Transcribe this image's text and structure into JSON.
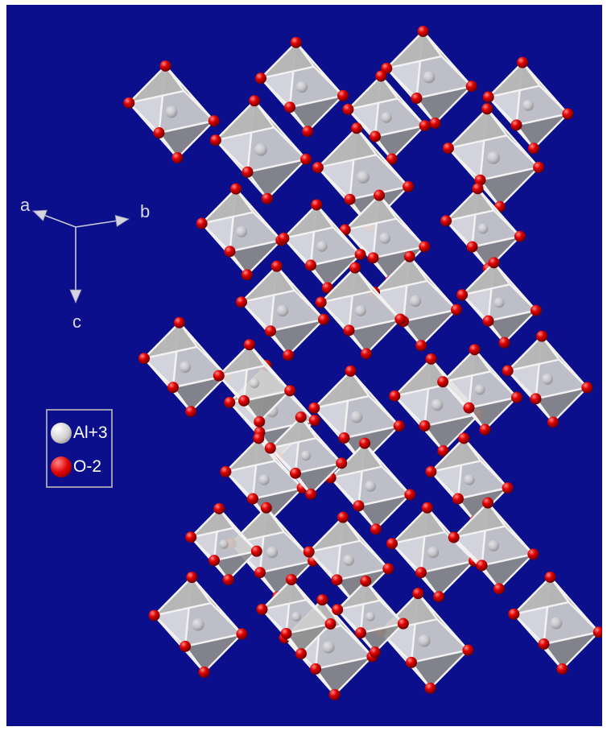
{
  "axes": {
    "a": "a",
    "b": "b",
    "c": "c"
  },
  "legend": {
    "items": [
      {
        "label": "Al+3",
        "color": "#cfcfcf"
      },
      {
        "label": "O-2",
        "color": "#e00000"
      }
    ]
  },
  "colors": {
    "background": "#0b0f8c",
    "octahedron": "#c8c8c8",
    "oxygen": "#e00000",
    "aluminium": "#cfcfcf"
  }
}
